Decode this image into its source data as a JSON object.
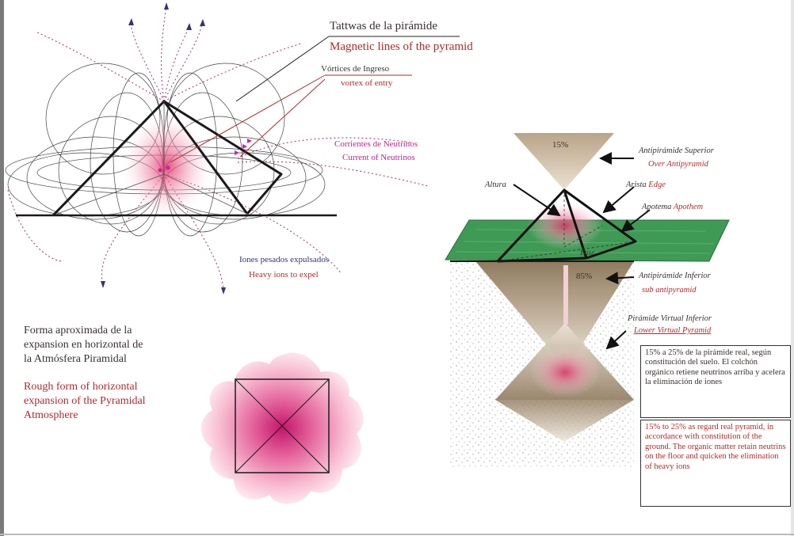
{
  "top_labels": {
    "tattwas": "Tattwas de la pirámide",
    "magnetic": "Magnetic lines of the pyramid",
    "vortices_es": "Vórtices de Ingreso",
    "vortices_en": "vortex of entry",
    "neutrinos_es": "Corrientes de Neutrinos",
    "neutrinos_en": "Current of Neutrinos",
    "iones_es": "Iones pesados expulsados",
    "iones_en": "Heavy ions to expel"
  },
  "expansion": {
    "es_line1": "Forma aproximada de la",
    "es_line2": "expansion en horizontal de",
    "es_line3": "la Atmósfera Piramidal",
    "en_line1": "Rough form of horizontal",
    "en_line2": "expansion  of the Pyramidal",
    "en_line3": "Atmosphere"
  },
  "right_diagram": {
    "pct_top": "15%",
    "pct_bottom": "85%",
    "antipiramide_sup_es": "Antipirámide Superior",
    "antipiramide_sup_en": "Over Antipyramid",
    "altura": "Altura",
    "arista": "Arista",
    "edge": "Edge",
    "apotema": "Apotema",
    "apothem": "Apothem",
    "base": "Base",
    "antipiramide_inf_es": "Antipirámide Inferior",
    "antipiramide_inf_en": "sub antipyramid",
    "piramide_virtual_es": "Pirámide Virtual Inferior",
    "piramide_virtual_en": "Lower Virtual Pyramid"
  },
  "box_es": "15% a 25% de la pirámide real, según constitución del suelo. El colchón orgánico retiene neutrinos arriba y acelera la eliminación de iones",
  "box_en": "15% to 25% as regard real pyramid, in accordance with constitution of the ground. The organic matter retain neutrins on the floor and quicken the elimination of heavy ions"
}
